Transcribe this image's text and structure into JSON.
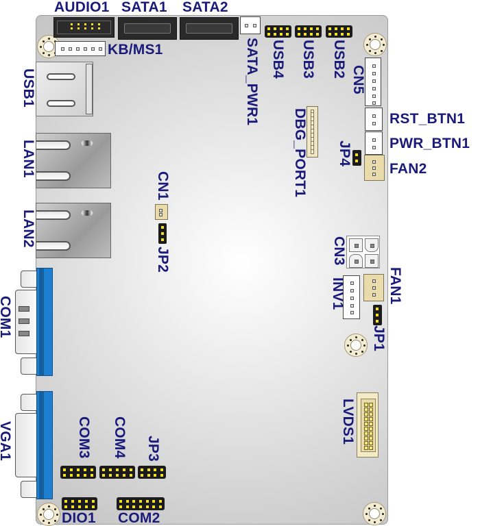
{
  "diagram": {
    "title": "Board Layout: Connector Locations",
    "colors": {
      "label": "#1a1a7a",
      "board": "#d8d8d8",
      "header_pin": "#f5e028",
      "dsub_blue": "#1e7fd0",
      "fan_connector": "#e9dcaa"
    },
    "labels": {
      "audio1": "AUDIO1",
      "sata1": "SATA1",
      "sata2": "SATA2",
      "kbms1": "KB/MS1",
      "sata_pwr1": "SATA_PWR1",
      "usb4": "USB4",
      "usb3": "USB3",
      "usb2": "USB2",
      "cn5": "CN5",
      "rst_btn1": "RST_BTN1",
      "pwr_btn1": "PWR_BTN1",
      "fan2": "FAN2",
      "jp4": "JP4",
      "dbg_port1": "DBG_PORT1",
      "usb1": "USB1",
      "lan1": "LAN1",
      "lan2": "LAN2",
      "cn1": "CN1",
      "jp2": "JP2",
      "cn3": "CN3",
      "inv1": "INV1",
      "fan1": "FAN1",
      "jp1": "JP1",
      "com1": "COM1",
      "vga1": "VGA1",
      "lvds1": "LVDS1",
      "com3": "COM3",
      "com4": "COM4",
      "jp3": "JP3",
      "dio1": "DIO1",
      "com2": "COM2"
    }
  }
}
